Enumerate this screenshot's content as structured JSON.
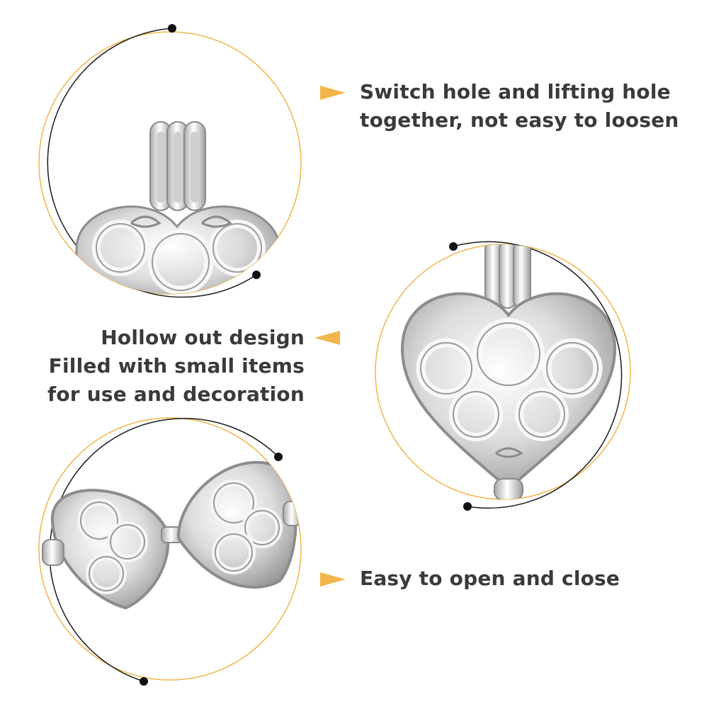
{
  "captions": {
    "top": {
      "line1": "Switch hole and lifting hole",
      "line2": "together, not easy to loosen"
    },
    "middle": {
      "line1": "Hollow out design",
      "line2": "Filled with small items",
      "line3": "for use and decoration"
    },
    "bottom": {
      "line1": "Easy to open and close"
    }
  },
  "colors": {
    "accent": "#f2b54a",
    "ring_outline": "#1a1a1a",
    "text": "#3a3a3a",
    "metal_light": "#f4f4f4",
    "metal_dark": "#9a9a9a"
  },
  "icons": {
    "pointer": "right-triangle-icon",
    "dot": "black-dot-icon"
  }
}
